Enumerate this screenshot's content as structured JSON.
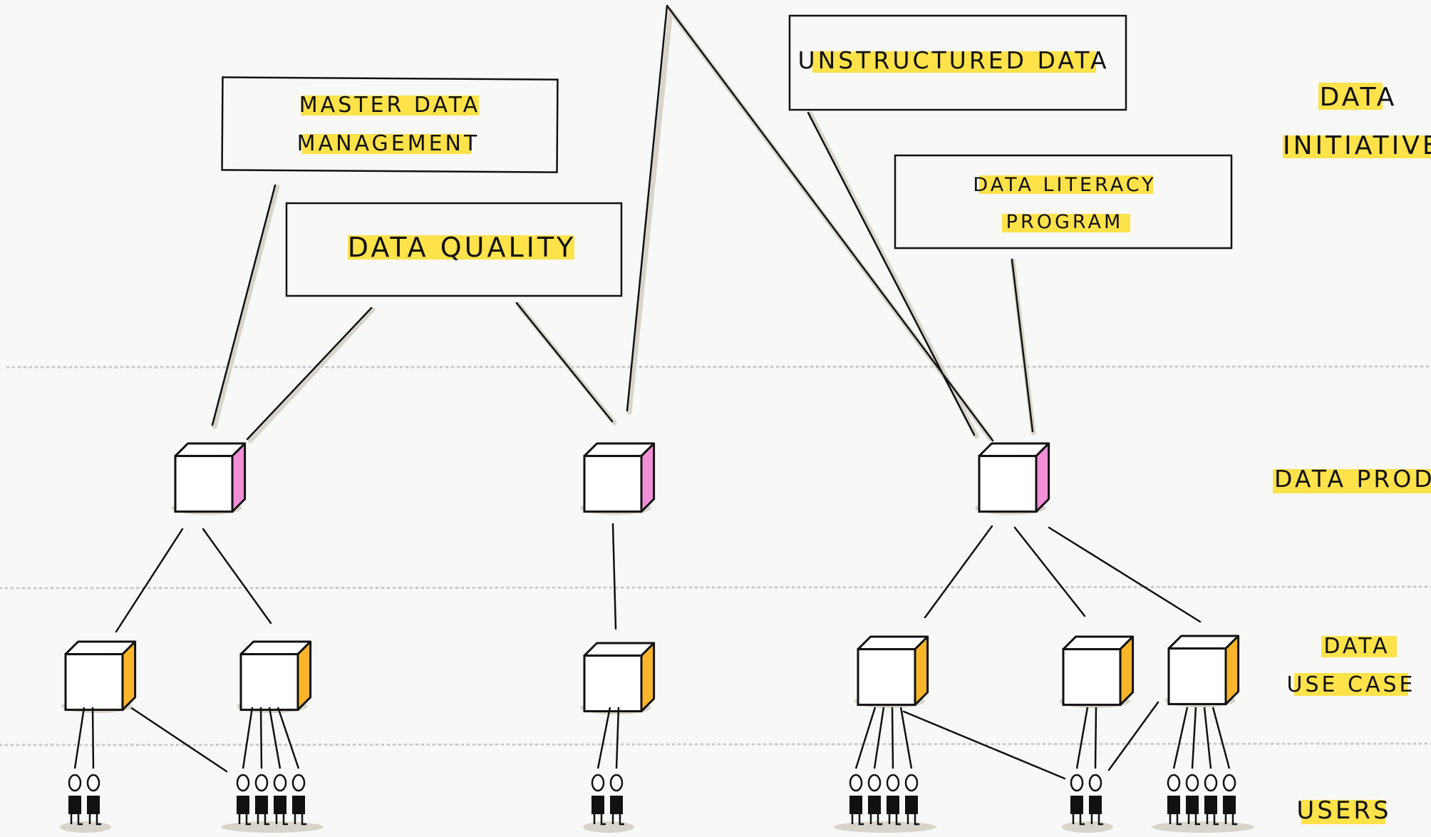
{
  "initiatives": [
    {
      "id": "mdm",
      "lines": [
        "MASTER DATA",
        "MANAGEMENT"
      ]
    },
    {
      "id": "dq",
      "lines": [
        "DATA QUALITY"
      ]
    },
    {
      "id": "ud",
      "lines": [
        "UNSTRUCTURED DATA"
      ]
    },
    {
      "id": "dl",
      "lines": [
        "DATA LITERACY",
        "PROGRAM"
      ]
    }
  ],
  "row_labels": {
    "initiatives": [
      "DATA",
      "INITIATIVES"
    ],
    "products": [
      "DATA PRODUCTS"
    ],
    "use_cases": [
      "DATA",
      "USE CASE"
    ],
    "users": [
      "USERS"
    ]
  },
  "colors": {
    "highlight": "#fde24a",
    "product_side": "#f08fd6",
    "usecase_side": "#f9b52a",
    "line": "#111111",
    "shadow": "#d8d4cb",
    "dotted": "#c9c9c9"
  },
  "products": [
    "product-1",
    "product-2",
    "product-3"
  ],
  "use_cases": [
    "use-case-1",
    "use-case-2",
    "use-case-3",
    "use-case-4",
    "use-case-5",
    "use-case-6"
  ],
  "user_group_sizes": [
    2,
    4,
    2,
    4,
    2,
    4
  ]
}
